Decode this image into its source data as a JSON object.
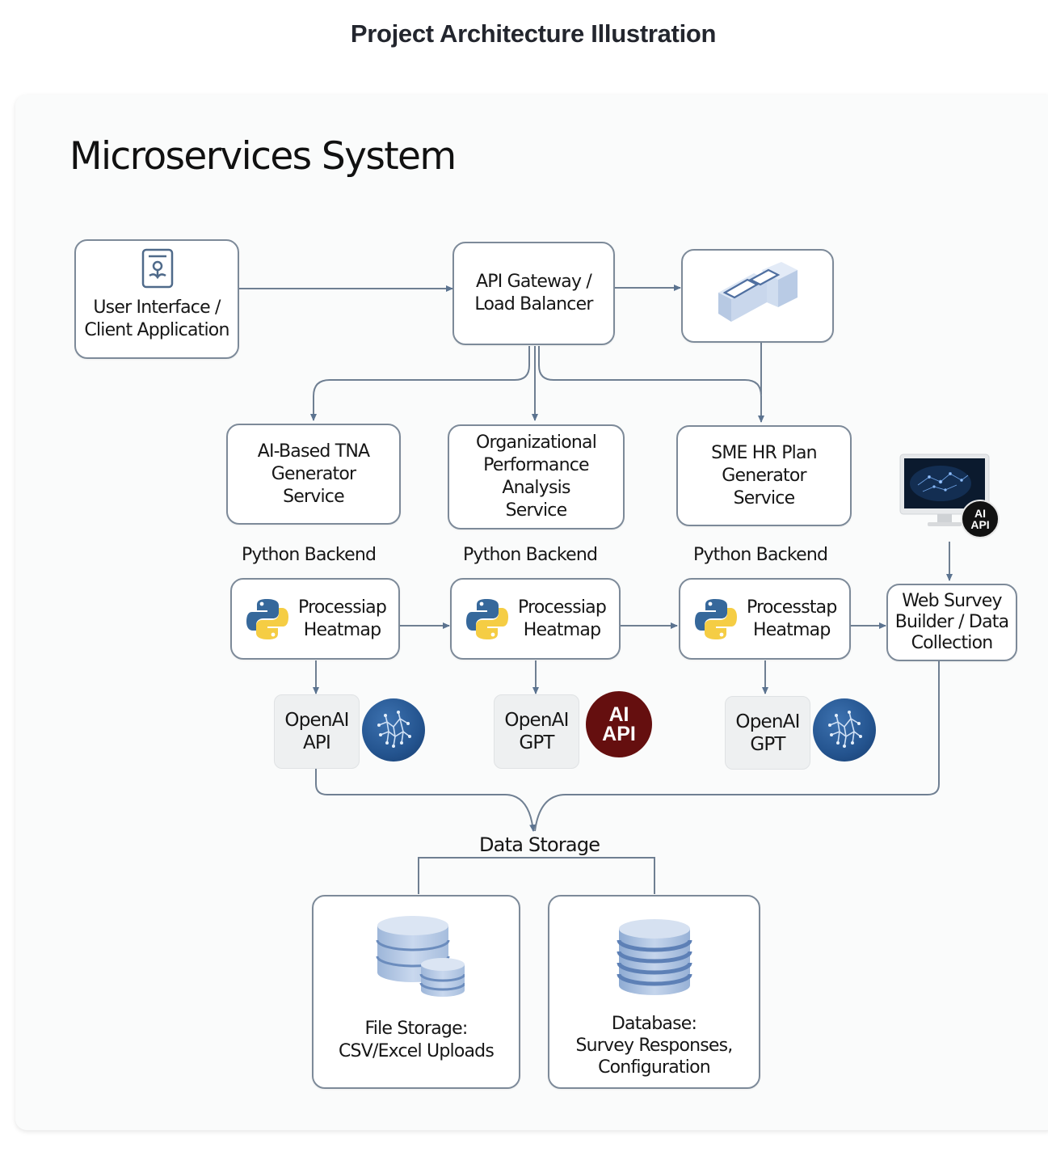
{
  "page": {
    "title": "Project Architecture Illustration"
  },
  "diagram": {
    "title": "Microservices System",
    "nodes": {
      "client": {
        "label": "User Interface /\nClient Application",
        "icon": "mobile-app-icon"
      },
      "gateway": {
        "label": "API Gateway /\nLoad Balancer"
      },
      "container": {
        "icon": "container-blocks-icon"
      },
      "tna": {
        "label": "AI-Based TNA\nGenerator\nService"
      },
      "opa": {
        "label": "Organizational\nPerformance\nAnalysis\nService"
      },
      "hrplan": {
        "label": "SME HR Plan\nGenerator\nService"
      },
      "survey": {
        "label": "Web Survey\nBuilder / Data\nCollection"
      },
      "monitor": {
        "icon": "ai-monitor-icon",
        "badge": "AI\nAPI"
      }
    },
    "backend_label": "Python Backend",
    "processors": [
      {
        "label": "Processiap\nHeatmap",
        "icon": "python-icon"
      },
      {
        "label": "Processiap\nHeatmap",
        "icon": "python-icon"
      },
      {
        "label": "Processtap\nHeatmap",
        "icon": "python-icon"
      }
    ],
    "apis": [
      {
        "label": "OpenAI\nAPI",
        "badge_icon": "neural-network-icon",
        "badge_color": "#24548f"
      },
      {
        "label": "OpenAI\nGPT",
        "badge_text": "AI\nAPI",
        "badge_color": "#650f0f"
      },
      {
        "label": "OpenAI\nGPT",
        "badge_icon": "neural-network-icon",
        "badge_color": "#24548f"
      }
    ],
    "storage": {
      "title": "Data Storage",
      "items": [
        {
          "label": "File Storage:\nCSV/Excel Uploads",
          "icon": "file-storage-icon"
        },
        {
          "label": "Database:\nSurvey Responses,\nConfiguration",
          "icon": "database-icon"
        }
      ]
    },
    "colors": {
      "line": "#6f7f92",
      "node_border": "#7d8a99",
      "accent_blue": "#24548f",
      "accent_maroon": "#650f0f"
    }
  }
}
